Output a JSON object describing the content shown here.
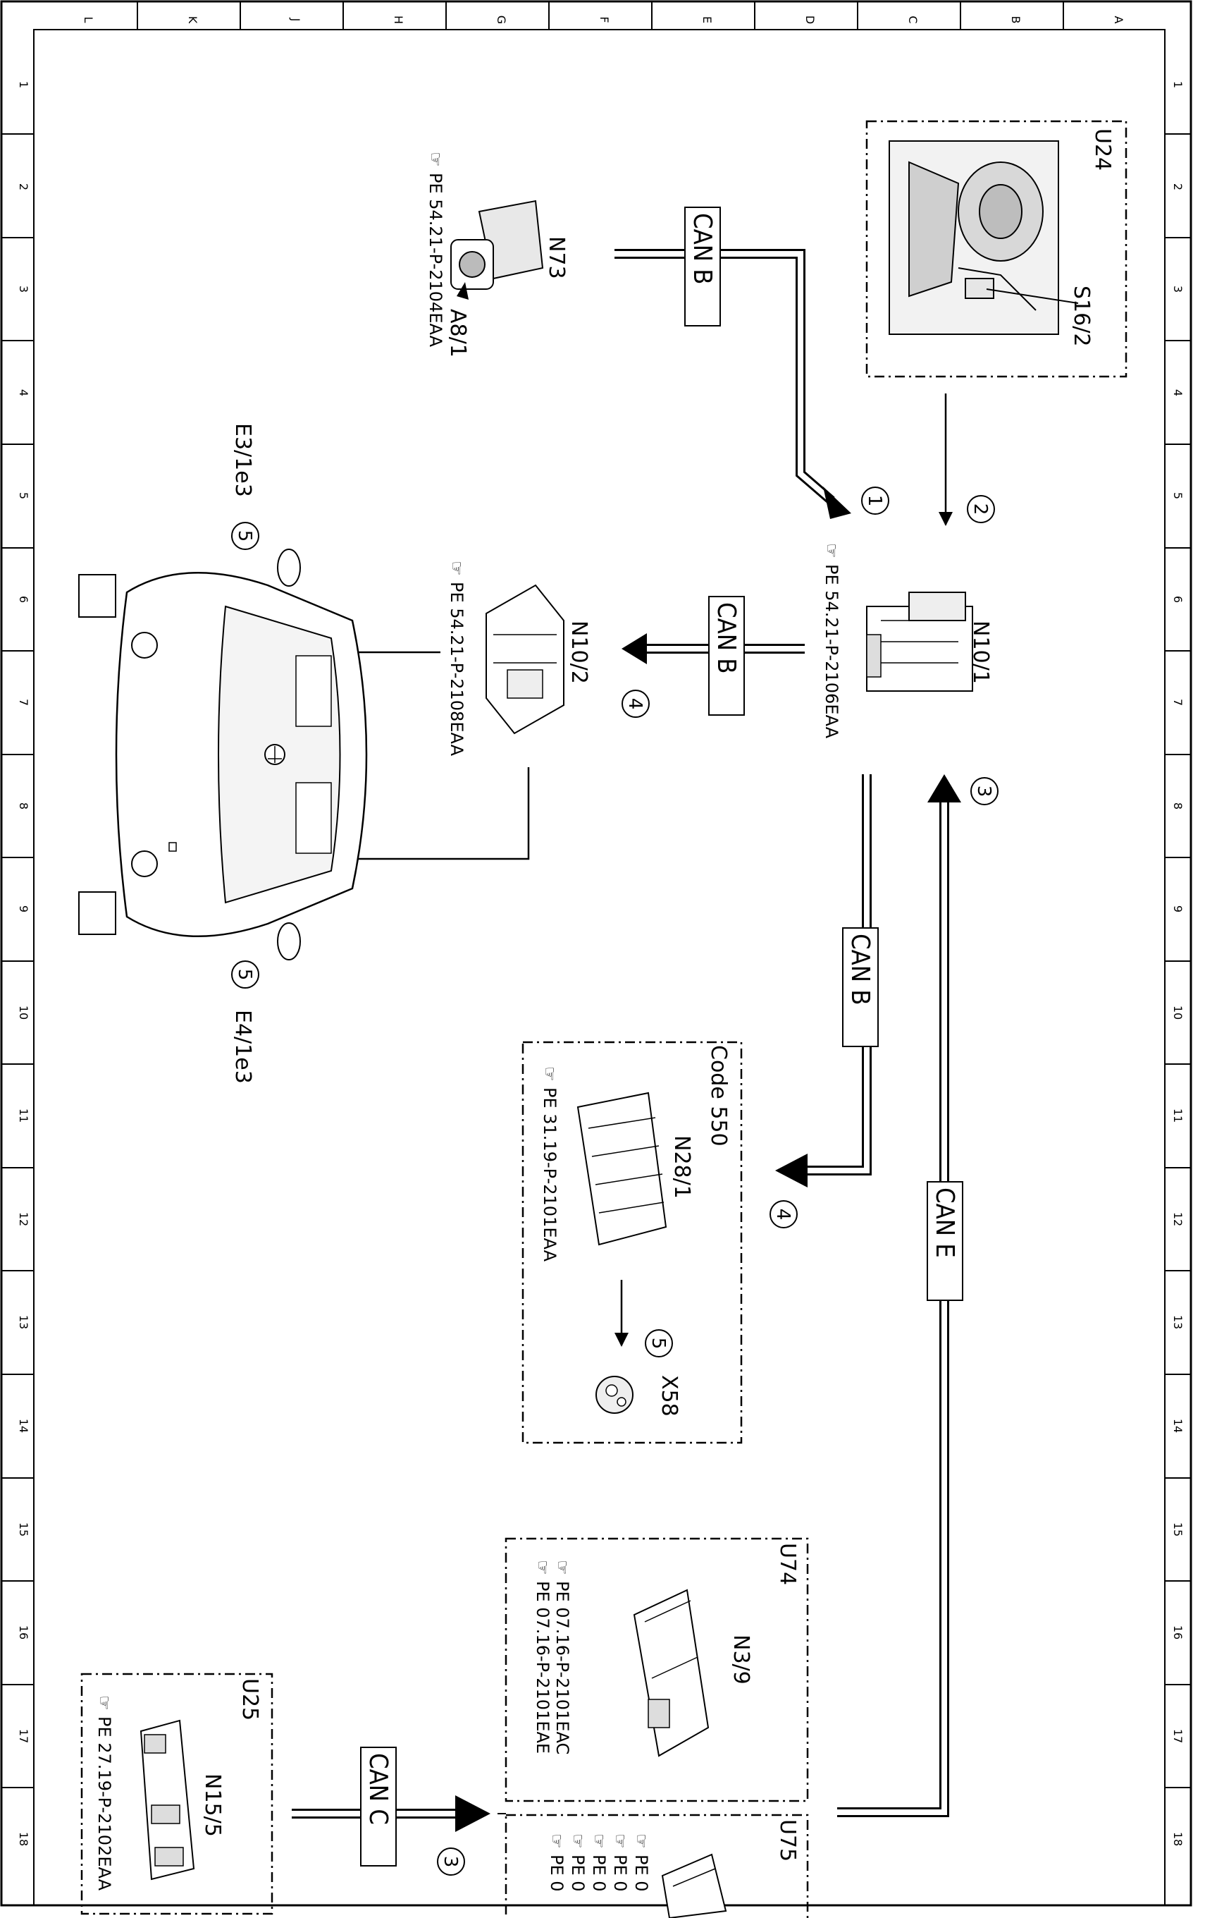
{
  "frame": {
    "columns": [
      "L",
      "K",
      "J",
      "H",
      "G",
      "F",
      "E",
      "D",
      "C",
      "B",
      "A"
    ],
    "rows": [
      "1",
      "2",
      "3",
      "4",
      "5",
      "6",
      "7",
      "8",
      "9",
      "10",
      "11",
      "12",
      "13",
      "14",
      "15",
      "16",
      "17",
      "18"
    ]
  },
  "components": {
    "u24": {
      "label": "U24",
      "part": "S16/2"
    },
    "n73": {
      "label": "N73",
      "sub": "A8/1",
      "ref": "PE 54.21-P-2104EAA"
    },
    "n10_1": {
      "label": "N10/1",
      "ref": "PE 54.21-P-2106EAA"
    },
    "n10_2": {
      "label": "N10/2",
      "ref": "PE 54.21-P-2108EAA"
    },
    "e3": {
      "label": "E3/1e3"
    },
    "e4": {
      "label": "E4/1e3"
    },
    "code550": {
      "label": "Code 550",
      "unit": "N28/1",
      "ref": "PE 31.19-P-2101EAA",
      "connector": "X58"
    },
    "u74": {
      "label": "U74",
      "unit": "N3/9",
      "ref1": "PE 07.16-P-2101EAC",
      "ref2": "PE 07.16-P-2101EAE"
    },
    "u25": {
      "label": "U25",
      "unit": "N15/5",
      "ref": "PE 27.19-P-2102EAA"
    },
    "u75": {
      "label": "U75",
      "refs": [
        "PE 0",
        "PE 0",
        "PE 0",
        "PE 0",
        "PE 0"
      ]
    }
  },
  "buses": {
    "can_b_top": "CAN B",
    "can_b_mid": "CAN B",
    "can_b_right": "CAN B",
    "can_e": "CAN E",
    "can_c": "CAN C"
  },
  "steps": {
    "s1": "1",
    "s2": "2",
    "s3a": "3",
    "s4a": "4",
    "s4b": "4",
    "s5a": "5",
    "s5b": "5",
    "s5c": "5",
    "s3b": "3"
  },
  "colors": {
    "ink": "#000000",
    "paper": "#ffffff"
  }
}
